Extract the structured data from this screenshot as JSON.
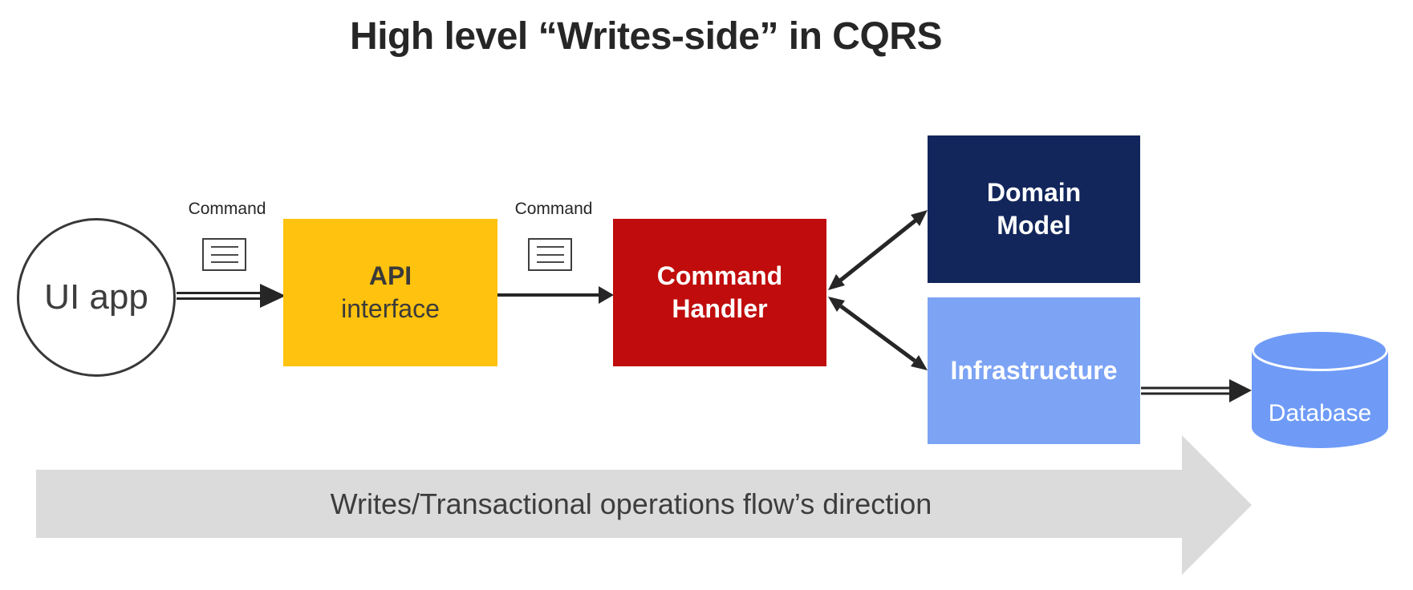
{
  "title": "High level “Writes-side” in CQRS",
  "nodes": {
    "ui_app": {
      "label": "UI app",
      "shape": "circle"
    },
    "api_interface": {
      "line1": "API",
      "line2": "interface",
      "color": "#FFC20E"
    },
    "command_handler": {
      "line1": "Command",
      "line2": "Handler",
      "color": "#C00C0C"
    },
    "domain_model": {
      "line1": "Domain",
      "line2": "Model",
      "color": "#12265B"
    },
    "infrastructure": {
      "label": "Infrastructure",
      "color": "#7CA3F4"
    },
    "database": {
      "label": "Database",
      "shape": "cylinder",
      "color": "#6F9BF7"
    }
  },
  "command_labels": [
    {
      "text": "Command",
      "icon": "document-lines-icon"
    },
    {
      "text": "Command",
      "icon": "document-lines-icon"
    }
  ],
  "flow_banner": {
    "text": "Writes/Transactional operations flow’s direction"
  },
  "colors": {
    "arrow": "#262626",
    "flow_arrow": "#DBDBDB",
    "database_fill": "#6F9BF7",
    "title_text": "#262626"
  }
}
